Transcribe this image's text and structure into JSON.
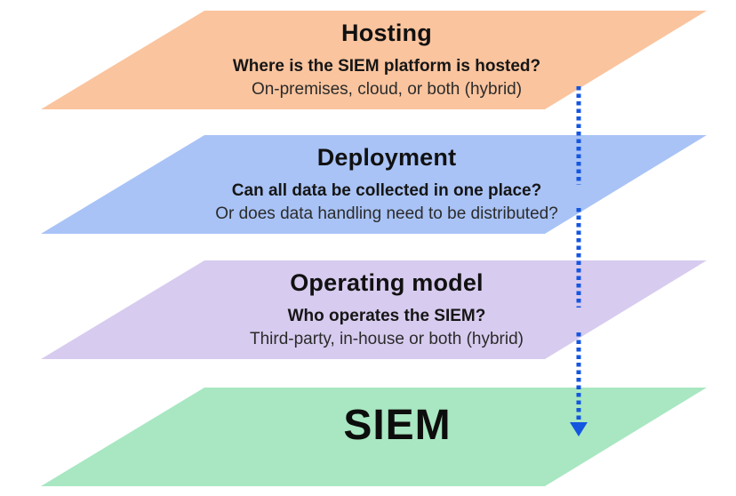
{
  "diagram": {
    "name": "SIEM decision layers",
    "layers": [
      {
        "id": "hosting",
        "title": "Hosting",
        "question": "Where is the SIEM platform is hosted?",
        "answer": "On-premises, cloud, or both (hybrid)",
        "color": "#FAC49E"
      },
      {
        "id": "deployment",
        "title": "Deployment",
        "question": "Can all data be collected in one place?",
        "answer": "Or does data handling need to be distributed?",
        "color": "#A9C3F6"
      },
      {
        "id": "operating-model",
        "title": "Operating model",
        "question": "Who operates the SIEM?",
        "answer": "Third-party, in-house or both (hybrid)",
        "color": "#D7CBEF"
      },
      {
        "id": "siem",
        "title": "SIEM",
        "color": "#A8E7C1"
      }
    ],
    "arrow": {
      "name": "flow-down-arrow",
      "style": "dotted",
      "color": "#1456E0"
    }
  }
}
